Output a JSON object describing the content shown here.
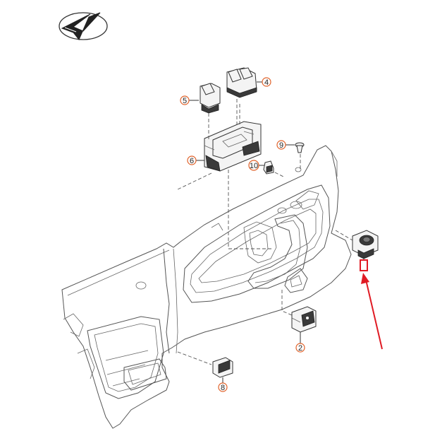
{
  "callouts": [
    {
      "id": "c2",
      "label": "2"
    },
    {
      "id": "c4",
      "label": "4"
    },
    {
      "id": "c5",
      "label": "5"
    },
    {
      "id": "c6",
      "label": "6"
    },
    {
      "id": "c8",
      "label": "8"
    },
    {
      "id": "c9",
      "label": "9"
    },
    {
      "id": "c10",
      "label": "10"
    }
  ],
  "colors": {
    "callout_stroke": "#e0622a",
    "highlight": "#e01b24",
    "line": "#555555"
  },
  "icons": {
    "logo": "checkmark-plane-logo-icon",
    "arrow": "red-pointer-arrow-icon"
  }
}
